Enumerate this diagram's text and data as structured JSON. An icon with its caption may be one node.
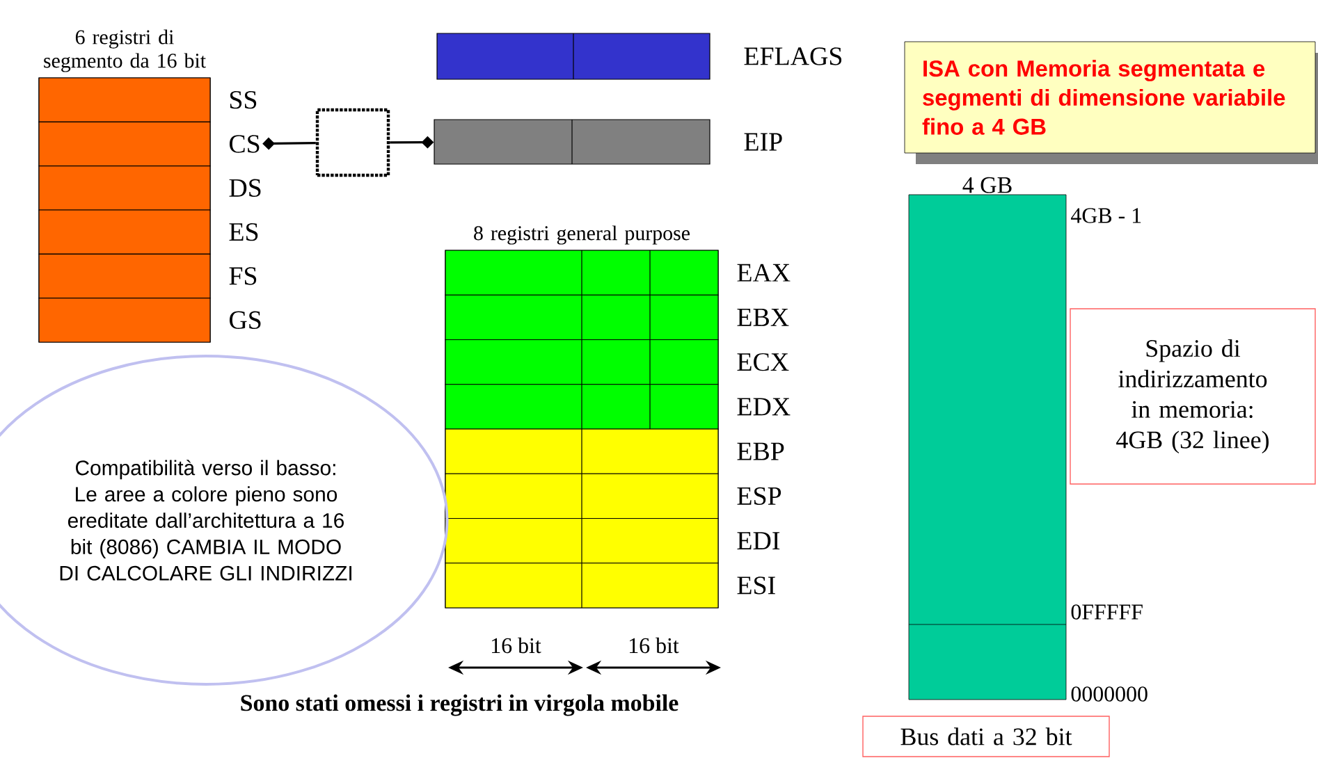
{
  "diagram": {
    "nodes": [
      {
        "text": [
          "6 registri di segmento da 16 bit"
        ]
      },
      {
        "text": [],
        "shape": "bar",
        "beside": [
          "SS"
        ],
        "in": 0
      },
      {
        "text": [],
        "shape": "bar",
        "beside": [
          "CS"
        ],
        "in": 0
      },
      {
        "text": [],
        "shape": "bar",
        "beside": [
          "DS"
        ],
        "in": 0
      },
      {
        "text": [],
        "shape": "bar",
        "beside": [
          "ES"
        ],
        "in": 0
      },
      {
        "text": [],
        "shape": "bar",
        "beside": [
          "FS"
        ],
        "in": 0
      },
      {
        "text": [],
        "shape": "bar",
        "beside": [
          "GS"
        ],
        "in": 0
      },
      {
        "text": [],
        "shape": "bar",
        "beside": [
          "EFLAGS"
        ]
      },
      {
        "text": [],
        "shape": "box"
      },
      {
        "text": [],
        "shape": "bar",
        "beside": [
          "EIP"
        ]
      },
      {
        "text": [
          "8 registri general purpose"
        ]
      },
      {
        "text": [],
        "shape": "bar",
        "beside": [
          "EAX"
        ],
        "in": 10
      },
      {
        "text": [],
        "shape": "bar",
        "beside": [
          "EBX"
        ],
        "in": 10
      },
      {
        "text": [],
        "shape": "bar",
        "beside": [
          "ECX"
        ],
        "in": 10
      },
      {
        "text": [],
        "shape": "bar",
        "beside": [
          "EDX"
        ],
        "in": 10
      },
      {
        "text": [],
        "shape": "bar",
        "beside": [
          "EBP"
        ],
        "in": 10
      },
      {
        "text": [],
        "shape": "bar",
        "beside": [
          "ESP"
        ],
        "in": 10
      },
      {
        "text": [],
        "shape": "bar",
        "beside": [
          "EDI"
        ],
        "in": 10
      },
      {
        "text": [],
        "shape": "bar",
        "beside": [
          "ESI"
        ],
        "in": 10
      },
      {
        "text": [
          "Compatibilità verso il basso: Le aree a colore pieno sono ereditate dall’architettura a 16 bit (8086) CAMBIA IL MODO DI CALCOLARE GLI INDIRIZZI"
        ]
      },
      {
        "text": [
          "ISA con Memoria segmentata e segmenti di dimensione variabile fino a 4 GB"
        ]
      },
      {
        "text": [
          "4 GB"
        ],
        "beside": [
          "4GB - 1",
          "0FFFFF",
          "0000000"
        ]
      },
      {
        "text": [
          "Spazio di indirizzamento in memoria: 4GB (32 linee)"
        ]
      },
      {
        "text": [
          "Bus dati a 32 bit"
        ]
      }
    ],
    "edges": [
      {
        "from": 8,
        "to": 2,
        "arrow": "other"
      },
      {
        "from": 8,
        "to": 9,
        "arrow": "other"
      }
    ],
    "labels": [
      "16 bit",
      "16 bit",
      "Sono stati omessi i registri in virgola mobile"
    ]
  }
}
